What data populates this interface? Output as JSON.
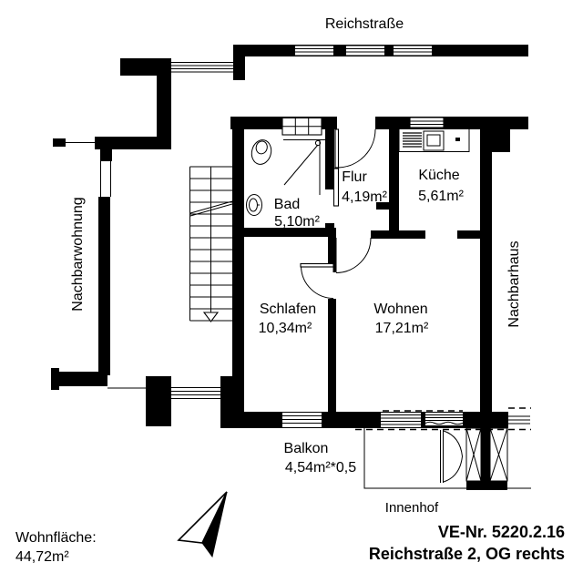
{
  "plan": {
    "street_label": "Reichstraße",
    "neighbor_left_label": "Nachbarwohnung",
    "neighbor_right_label": "Nachbarhaus",
    "courtyard_label": "Innenhof",
    "rooms": {
      "bad": {
        "name": "Bad",
        "area": "5,10m²"
      },
      "flur": {
        "name": "Flur",
        "area": "4,19m²"
      },
      "kueche": {
        "name": "Küche",
        "area": "5,61m²"
      },
      "schlafen": {
        "name": "Schlafen",
        "area": "10,34m²"
      },
      "wohnen": {
        "name": "Wohnen",
        "area": "17,21m²"
      },
      "balkon": {
        "name": "Balkon",
        "area": "4,54m²*0,5"
      }
    },
    "footer": {
      "living_area_label": "Wohnfläche:",
      "living_area_value": "44,72m²",
      "ve_number": "VE-Nr. 5220.2.16",
      "address": "Reichstraße 2, OG rechts"
    },
    "colors": {
      "ink": "#000000",
      "paper": "#ffffff"
    }
  }
}
